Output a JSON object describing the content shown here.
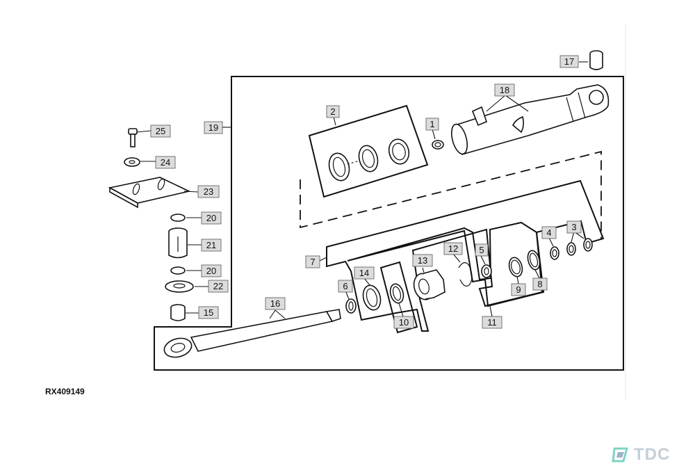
{
  "reference_code": "RX409149",
  "logo_text": "TDC",
  "brand_color": "#7fd3c6",
  "callouts": {
    "c1": "1",
    "c2": "2",
    "c3": "3",
    "c4": "4",
    "c5": "5",
    "c6": "6",
    "c7": "7",
    "c8": "8",
    "c9": "9",
    "c10": "10",
    "c11": "11",
    "c12": "12",
    "c13": "13",
    "c14": "14",
    "c15": "15",
    "c16": "16",
    "c17": "17",
    "c18": "18",
    "c19": "19",
    "c20a": "20",
    "c20b": "20",
    "c21": "21",
    "c22": "22",
    "c23": "23",
    "c24": "24",
    "c25": "25"
  }
}
